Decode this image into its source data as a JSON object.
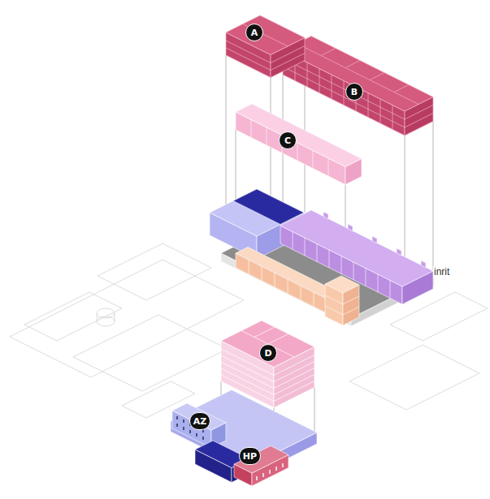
{
  "diagram": {
    "nodes": [
      {
        "text": [
          "A"
        ]
      },
      {
        "text": [
          "B"
        ]
      },
      {
        "text": [
          "C"
        ]
      },
      {
        "text": [
          "D"
        ]
      },
      {
        "text": [
          "AZ"
        ]
      },
      {
        "text": [
          "HP"
        ]
      }
    ],
    "labels": [
      "inrit"
    ]
  }
}
